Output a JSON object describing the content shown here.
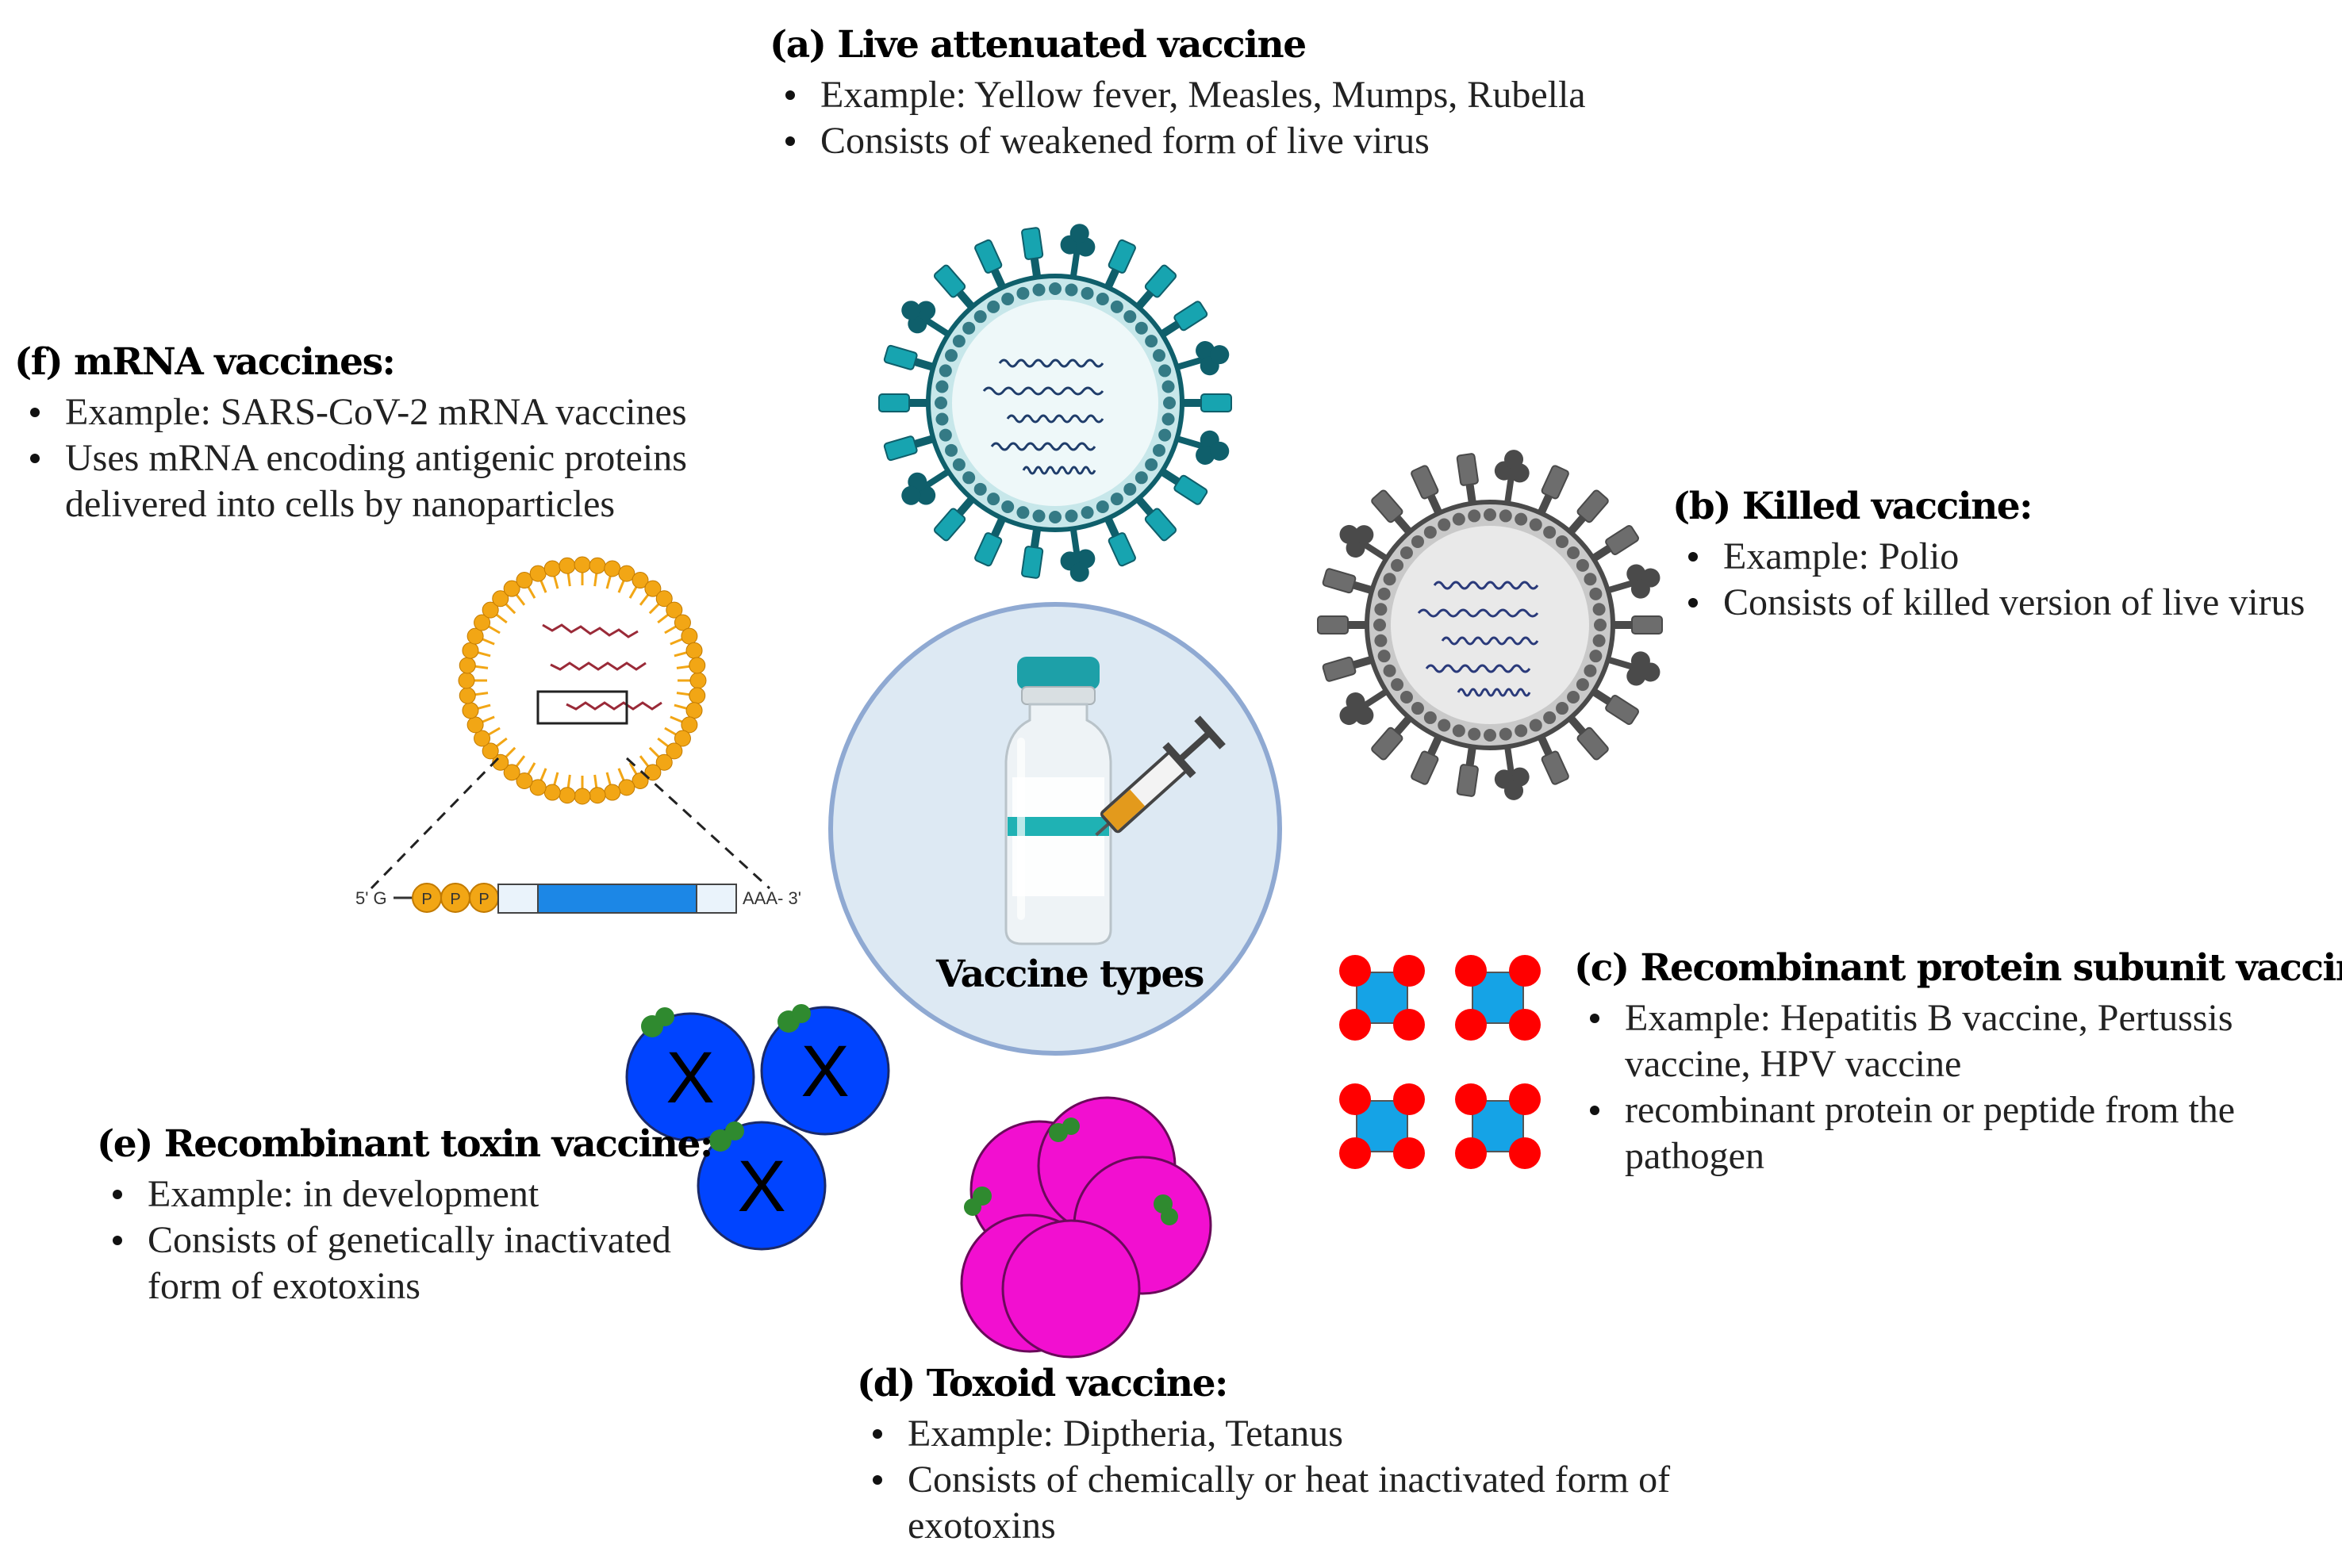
{
  "center": {
    "label": "Vaccine types"
  },
  "blocks": {
    "a": {
      "title": "(a) Live attenuated vaccine",
      "bullets": [
        "Example: Yellow fever, Measles, Mumps, Rubella",
        "Consists of weakened form of live virus"
      ]
    },
    "b": {
      "title": "(b) Killed vaccine:",
      "bullets": [
        "Example: Polio",
        "Consists of killed version of live virus"
      ]
    },
    "c": {
      "title": "(c) Recombinant protein subunit vaccine",
      "bullets": [
        "Example: Hepatitis B vaccine, Pertussis vaccine, HPV vaccine",
        "recombinant protein or peptide from  the pathogen"
      ]
    },
    "d": {
      "title": "(d) Toxoid vaccine:",
      "bullets": [
        "Example: Diptheria, Tetanus",
        "Consists of chemically or heat inactivated form of exotoxins"
      ]
    },
    "e": {
      "title": "(e) Recombinant toxin  vaccine:",
      "bullets": [
        "Example: in development",
        "Consists of genetically inactivated form of exotoxins"
      ]
    },
    "f": {
      "title": "(f) mRNA vaccines:",
      "bullets": [
        "Example: SARS-CoV-2 mRNA vaccines",
        "Uses mRNA encoding antigenic proteins delivered into cells by nanoparticles"
      ]
    }
  },
  "mrna_construct": {
    "five_prime": "5' G",
    "cap": [
      "P",
      "P",
      "P"
    ],
    "three_prime": "AAA- 3'"
  },
  "toxin_mark": "X",
  "colors": {
    "live_virus": "#17a4b0",
    "live_virus_dark": "#0f5f6b",
    "killed_virus": "#6d6d6d",
    "killed_virus_dark": "#4a4a4a",
    "center_circle_fill": "#dde9f3",
    "center_circle_stroke": "#8fa9d2",
    "lipid": "#f2a615",
    "rna": "#9a2a38",
    "subunit_core": "#15a3e6",
    "subunit_dots": "#ff0000",
    "toxin_blue": "#0044ff",
    "toxoid_pink": "#f20fd0",
    "green_tag": "#2f8a2f",
    "bar_blue": "#1c87e6"
  }
}
